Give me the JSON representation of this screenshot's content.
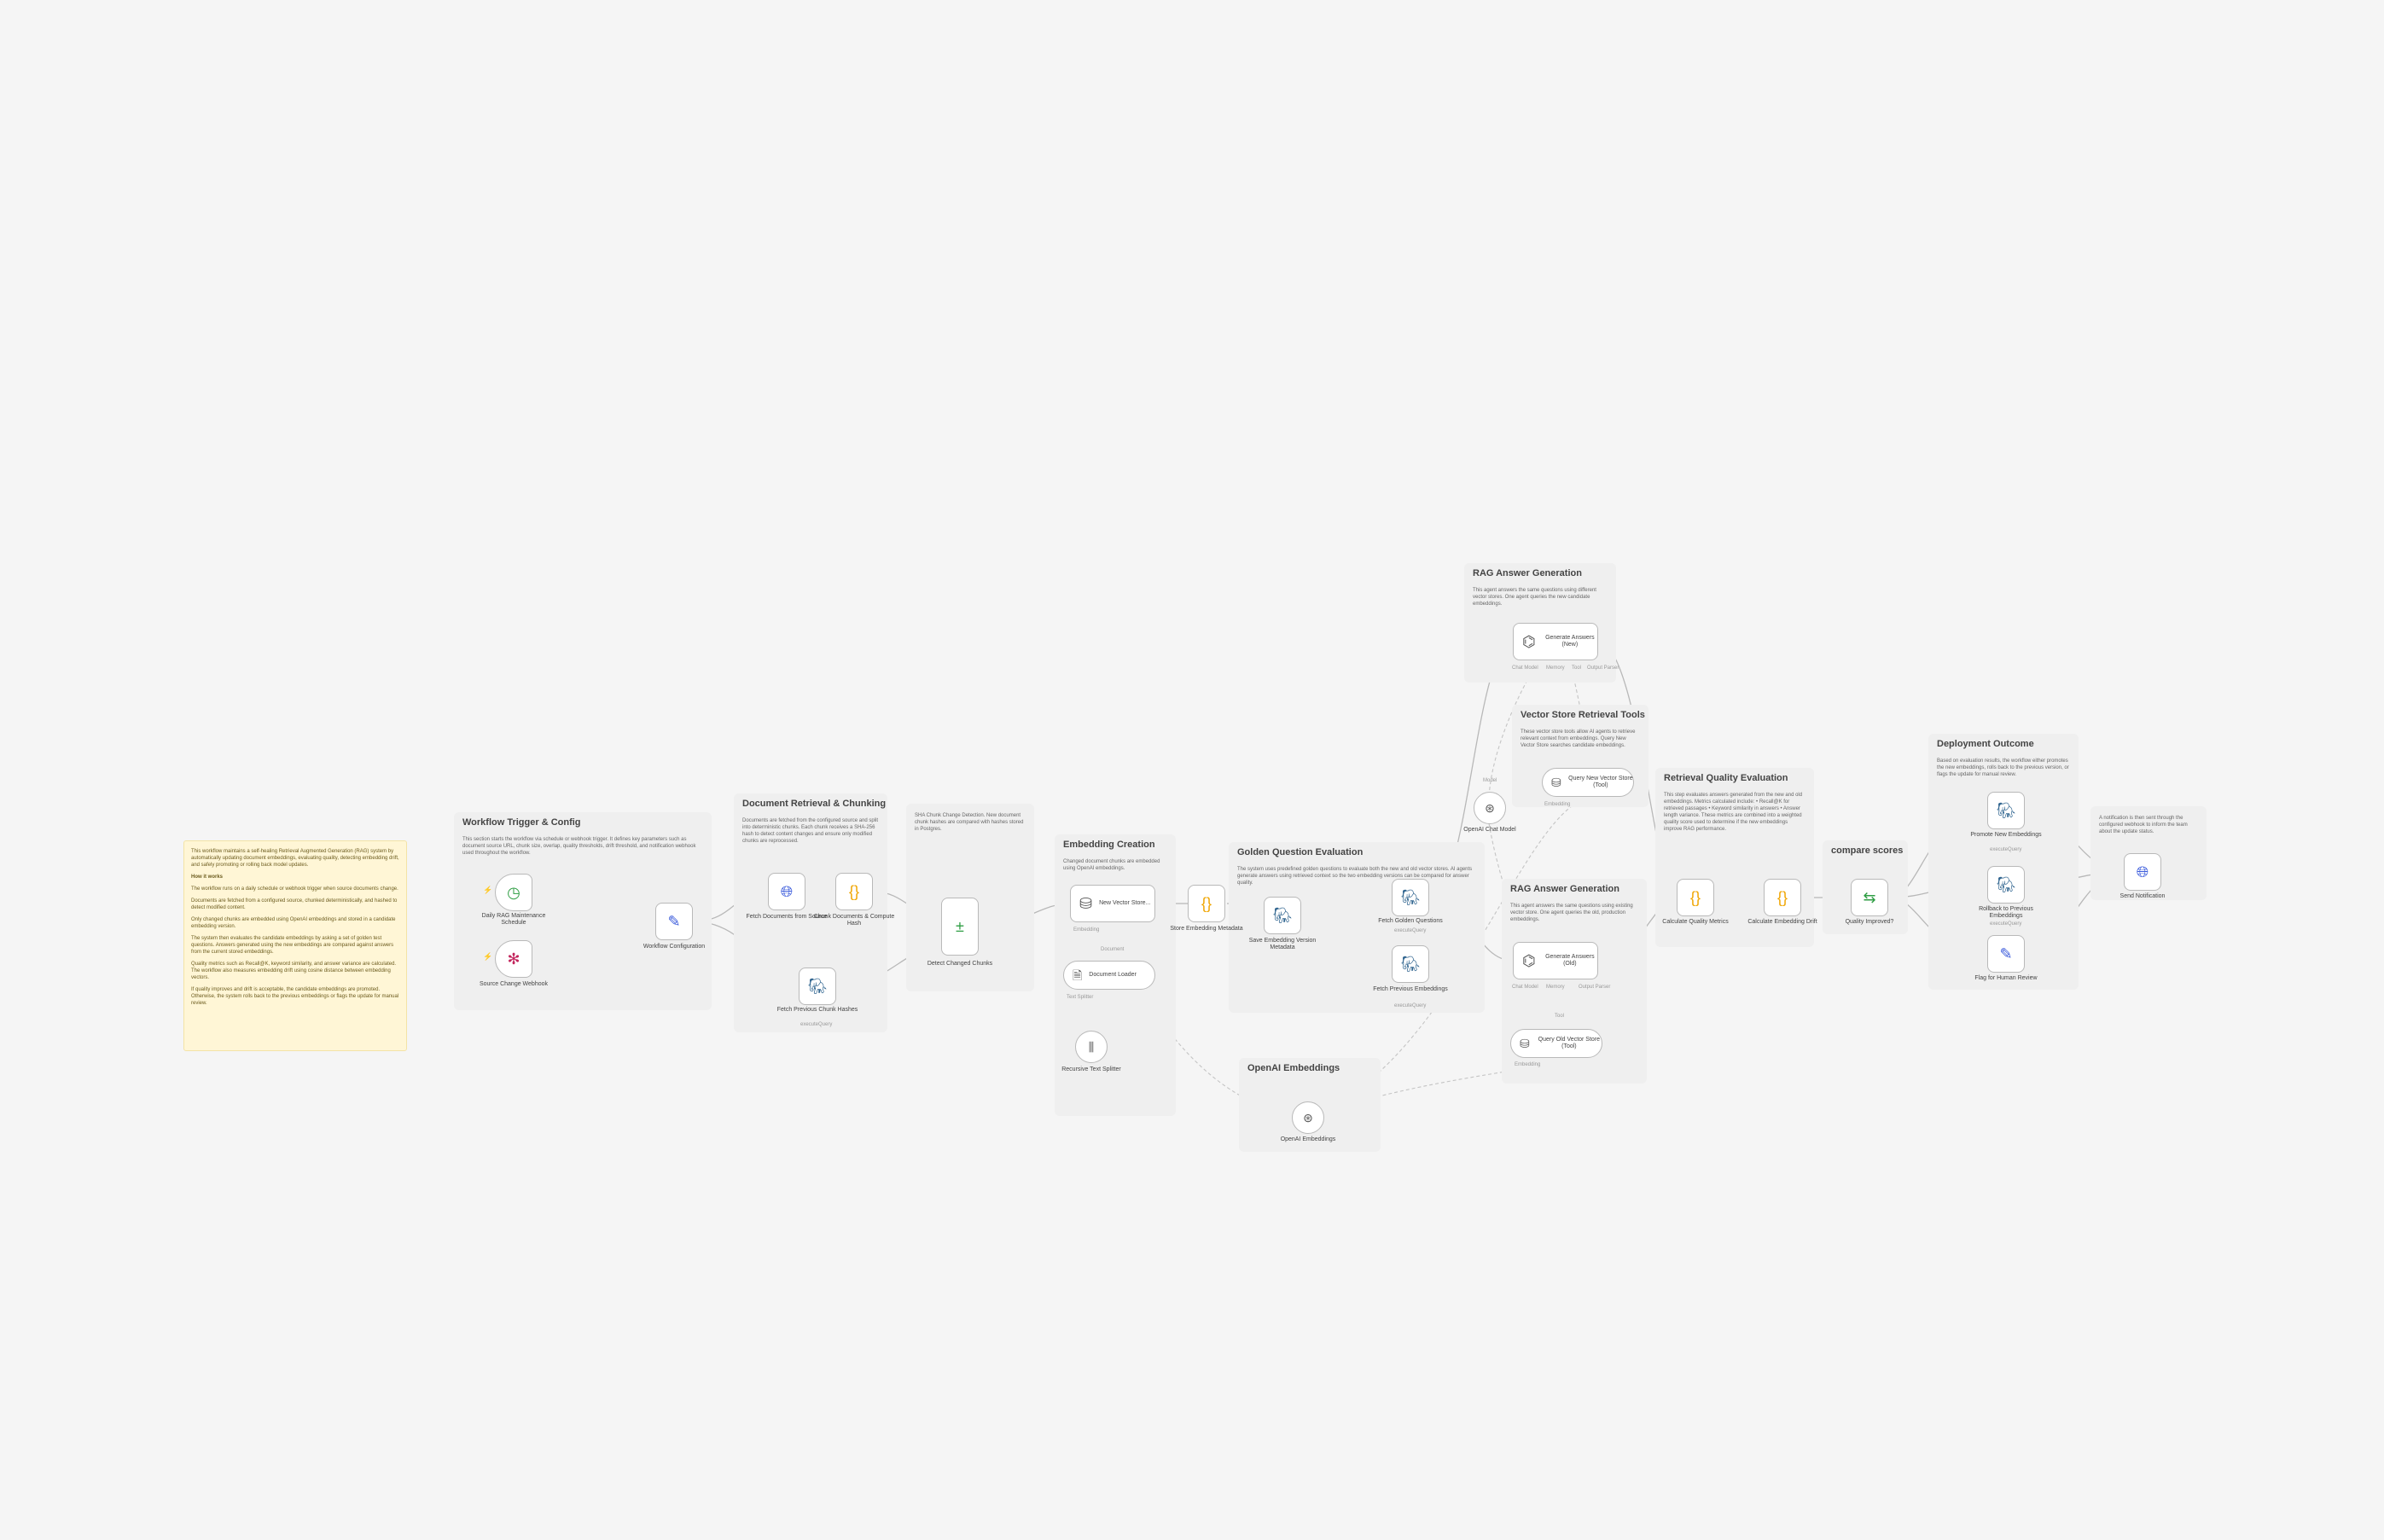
{
  "colors": {
    "canvas": "#f5f5f5",
    "edge": "#b8b8b8",
    "sticky": "#fff6d6",
    "trigger_accent": "#ff6d5a",
    "code_orange": "#f0a500",
    "http_blue": "#3b5bdb",
    "db_blue": "#336791",
    "ai_gray": "#555555",
    "green_compare": "#2f9e44"
  },
  "sticky_note": {
    "p1": "This workflow maintains a self-healing Retrieval Augmented Generation (RAG) system by automatically updating document embeddings, evaluating quality, detecting embedding drift, and safely promoting or rolling back model updates.",
    "p2": "How it works",
    "p3": "The workflow runs on a daily schedule or webhook trigger when source documents change.",
    "p4": "Documents are fetched from a configured source, chunked deterministically, and hashed to detect modified content.",
    "p5": "Only changed chunks are embedded using OpenAI embeddings and stored in a candidate embedding version.",
    "p6": "The system then evaluates the candidate embeddings by asking a set of golden test questions. Answers generated using the new embeddings are compared against answers from the current stored embeddings.",
    "p7": "Quality metrics such as Recall@K, keyword similarity, and answer variance are calculated. The workflow also measures embedding drift using cosine distance between embedding vectors.",
    "p8": "If quality improves and drift is acceptable, the candidate embeddings are promoted. Otherwise, the system rolls back to the previous embeddings or flags the update for manual review."
  },
  "groups": {
    "trigger": {
      "title": "Workflow Trigger & Config",
      "desc": "This section starts the workflow via schedule or webhook trigger. It defines key parameters such as document source URL, chunk size, overlap, quality thresholds, drift threshold, and notification webhook used throughout the workflow."
    },
    "retrieval": {
      "title": "Document Retrieval & Chunking",
      "desc": "Documents are fetched from the configured source and split into deterministic chunks. Each chunk receives a SHA-256 hash to detect content changes and ensure only modified chunks are reprocessed."
    },
    "sha": {
      "title": "",
      "desc": "SHA Chunk Change Detection. New document chunk hashes are compared with hashes stored in Postgres."
    },
    "embedding": {
      "title": "Embedding Creation",
      "desc": "Changed document chunks are embedded using OpenAI embeddings."
    },
    "golden": {
      "title": "Golden Question Evaluation",
      "desc": "The system uses predefined golden questions to evaluate both the new and old vector stores. AI agents generate answers using retrieved context so the two embedding versions can be compared for answer quality."
    },
    "rag_top": {
      "title": "RAG Answer Generation",
      "desc": "This agent answers the same questions using different vector stores. One agent queries the new candidate embeddings."
    },
    "vector_tools": {
      "title": "Vector Store Retrieval Tools",
      "desc": "These vector store tools allow AI agents to retrieve relevant context from embeddings. Query New Vector Store searches candidate embeddings."
    },
    "rag_bottom": {
      "title": "RAG Answer Generation",
      "desc": "This agent answers the same questions using existing vector store. One agent queries the old, production embeddings."
    },
    "openai_emb": {
      "title": "OpenAI Embeddings",
      "desc": ""
    },
    "quality": {
      "title": "Retrieval Quality Evaluation",
      "desc": "This step evaluates answers generated from the new and old embeddings. Metrics calculated include: • Recall@K for retrieved passages • Keyword similarity in answers • Answer length variance. These metrics are combined into a weighted quality score used to determine if the new embeddings improve RAG performance."
    },
    "compare": {
      "title": "compare scores",
      "desc": ""
    },
    "deploy": {
      "title": "Deployment Outcome",
      "desc": "Based on evaluation results, the workflow either promotes the new embeddings, rolls back to the previous version, or flags the update for manual review."
    },
    "notify": {
      "title": "",
      "desc": "A notification is then sent through the configured webhook to inform the team about the update status."
    }
  },
  "nodes": {
    "daily_schedule": {
      "label": "Daily RAG Maintenance Schedule",
      "icon": "clock-icon"
    },
    "source_webhook": {
      "label": "Source Change Webhook",
      "icon": "webhook-icon"
    },
    "workflow_config": {
      "label": "Workflow Configuration",
      "icon": "pencil-icon"
    },
    "fetch_documents": {
      "label": "Fetch Documents from Source",
      "icon": "globe-icon"
    },
    "chunk_documents": {
      "label": "Chunk Documents & Compute Hash",
      "icon": "code-icon"
    },
    "fetch_prev_hashes": {
      "label": "Fetch Previous Chunk Hashes",
      "sub": "executeQuery",
      "icon": "elephant-icon"
    },
    "detect_changed": {
      "label": "Detect Changed Chunks",
      "icon": "compare-icon"
    },
    "new_vector_store": {
      "label": "New Vector Store...",
      "icon": "database-icon"
    },
    "document_loader": {
      "label": "Document Loader",
      "icon": "document-icon"
    },
    "text_splitter": {
      "label": "Recursive Text Splitter",
      "icon": "splitter-icon"
    },
    "store_metadata": {
      "label": "Store Embedding Metadata",
      "icon": "code-icon"
    },
    "save_version_metadata": {
      "label": "Save Embedding Version Metadata",
      "icon": "elephant-icon"
    },
    "fetch_golden": {
      "label": "Fetch Golden Questions",
      "sub": "executeQuery",
      "icon": "elephant-icon"
    },
    "fetch_prev_embeddings": {
      "label": "Fetch Previous Embeddings",
      "sub": "executeQuery",
      "icon": "elephant-icon"
    },
    "gen_answers_new": {
      "label": "Generate Answers (New)",
      "icon": "robot-icon"
    },
    "openai_chat": {
      "label": "OpenAI Chat Model",
      "icon": "openai-icon"
    },
    "query_new_store": {
      "label": "Query New Vector Store (Tool)",
      "icon": "database-icon"
    },
    "gen_answers_old": {
      "label": "Generate Answers (Old)",
      "icon": "robot-icon"
    },
    "query_old_store": {
      "label": "Query Old Vector Store (Tool)",
      "icon": "database-icon"
    },
    "openai_embeddings": {
      "label": "OpenAI Embeddings",
      "icon": "openai-icon"
    },
    "calc_quality": {
      "label": "Calculate Quality Metrics",
      "icon": "code-icon"
    },
    "calc_drift": {
      "label": "Calculate Embedding Drift",
      "icon": "code-icon"
    },
    "quality_improved": {
      "label": "Quality Improved?",
      "icon": "switch-icon"
    },
    "promote_new": {
      "label": "Promote New Embeddings",
      "sub": "executeQuery",
      "icon": "elephant-icon"
    },
    "rollback": {
      "label": "Rollback to Previous Embeddings",
      "sub": "executeQuery",
      "icon": "elephant-icon"
    },
    "flag_review": {
      "label": "Flag for Human Review",
      "icon": "pencil-icon"
    },
    "send_notification": {
      "label": "Send Notification",
      "icon": "globe-icon"
    }
  },
  "pins": {
    "embedding": "Embedding",
    "document": "Document",
    "text_splitter": "Text Splitter",
    "chat_model": "Chat Model",
    "memory": "Memory",
    "tool": "Tool",
    "output_parser": "Output Parser",
    "model": "Model"
  }
}
